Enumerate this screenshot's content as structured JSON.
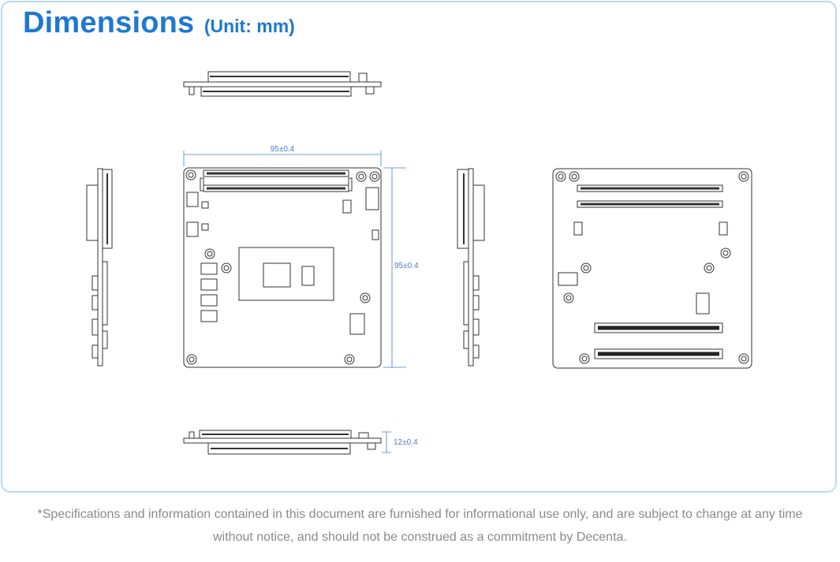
{
  "header": {
    "title": "Dimensions",
    "unit": "(Unit: mm)"
  },
  "dimensions": {
    "width": "95±0.4",
    "height": "95±0.4",
    "thickness": "12±0.4"
  },
  "footer": {
    "line1": "*Specifications and information contained in this document are furnished for informational use only, and are subject to change at any time",
    "line2": "without notice, and should not be construed as a commitment by Decenta."
  },
  "colors": {
    "accent": "#1f78d1",
    "panel_border": "#b9d9f3",
    "dimension_line": "#4b7fc2",
    "drawing_line": "#333333",
    "footer_text": "#8a8a8a"
  }
}
